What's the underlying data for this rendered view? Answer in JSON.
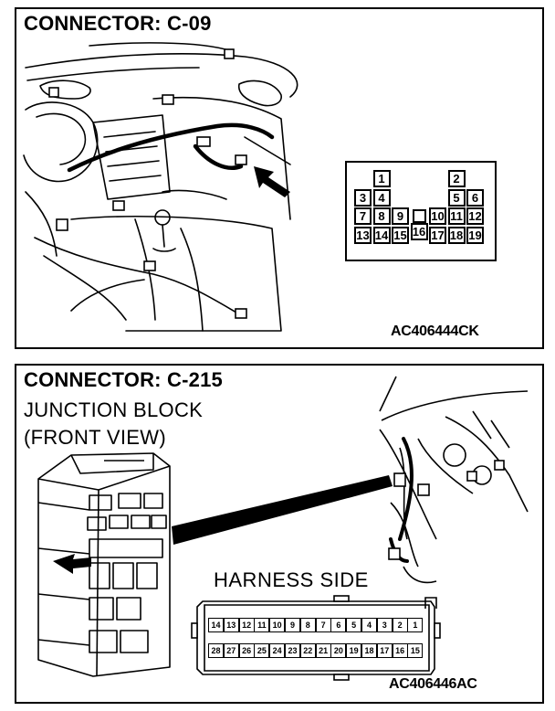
{
  "top_panel": {
    "title": "CONNECTOR: C-09",
    "code": "AC406444CK",
    "connector": {
      "pins": [
        {
          "label": "1",
          "row": 0,
          "col": 1
        },
        {
          "label": "2",
          "row": 0,
          "col": 5
        },
        {
          "label": "3",
          "row": 1,
          "col": 0
        },
        {
          "label": "4",
          "row": 1,
          "col": 1
        },
        {
          "label": "5",
          "row": 1,
          "col": 5
        },
        {
          "label": "6",
          "row": 1,
          "col": 6
        },
        {
          "label": "7",
          "row": 2,
          "col": 0
        },
        {
          "label": "8",
          "row": 2,
          "col": 1
        },
        {
          "label": "9",
          "row": 2,
          "col": 2
        },
        {
          "label": "10",
          "row": 2,
          "col": 4
        },
        {
          "label": "11",
          "row": 2,
          "col": 5
        },
        {
          "label": "12",
          "row": 2,
          "col": 6
        },
        {
          "label": "13",
          "row": 3,
          "col": 0
        },
        {
          "label": "14",
          "row": 3,
          "col": 1
        },
        {
          "label": "15",
          "row": 3,
          "col": 2
        },
        {
          "label": "16",
          "row": 3,
          "col": 3
        },
        {
          "label": "17",
          "row": 3,
          "col": 4
        },
        {
          "label": "18",
          "row": 3,
          "col": 5
        },
        {
          "label": "19",
          "row": 3,
          "col": 6
        }
      ]
    }
  },
  "bottom_panel": {
    "title": "CONNECTOR: C-215",
    "subtitle_line1": "JUNCTION BLOCK",
    "subtitle_line2": "(FRONT VIEW)",
    "harness_label": "HARNESS SIDE",
    "code": "AC406446AC",
    "connector": {
      "row1": [
        "14",
        "13",
        "12",
        "11",
        "10",
        "9",
        "8",
        "7",
        "6",
        "5",
        "4",
        "3",
        "2",
        "1"
      ],
      "row2": [
        "28",
        "27",
        "26",
        "25",
        "24",
        "23",
        "22",
        "21",
        "20",
        "19",
        "18",
        "17",
        "16",
        "15"
      ]
    }
  }
}
